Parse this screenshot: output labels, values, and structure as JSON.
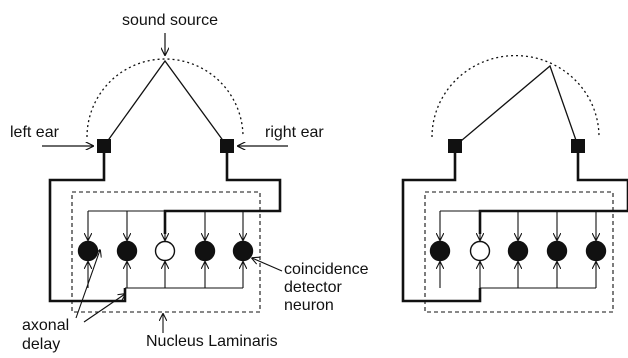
{
  "labels": {
    "sound_source": "sound source",
    "left_ear": "left ear",
    "right_ear": "right ear",
    "coincidence_line1": "coincidence",
    "coincidence_line2": "detector",
    "coincidence_line3": "neuron",
    "axonal_line1": "axonal",
    "axonal_line2": "delay",
    "nucleus": "Nucleus Laminaris"
  },
  "panels": [
    {
      "name": "left-panel",
      "neurons": [
        true,
        true,
        false,
        true,
        true
      ]
    },
    {
      "name": "right-panel",
      "neurons": [
        true,
        false,
        true,
        true,
        true
      ]
    }
  ]
}
